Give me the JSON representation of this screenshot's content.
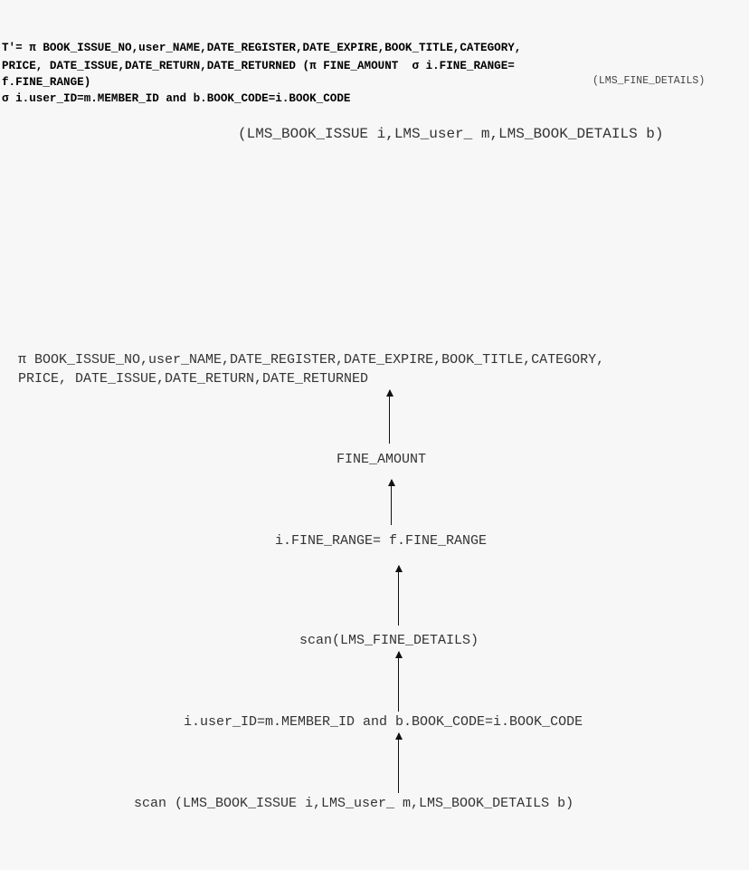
{
  "expression": {
    "line1": "T'= π BOOK_ISSUE_NO,user_NAME,DATE_REGISTER,DATE_EXPIRE,BOOK_TITLE,CATEGORY,",
    "line2": "PRICE, DATE_ISSUE,DATE_RETURN,DATE_RETURNED (π FINE_AMOUNT  σ i.FINE_RANGE=",
    "line3": "f.FINE_RANGE)",
    "line3_subscript": "(LMS_FINE_DETAILS)",
    "line4": "σ i.user_ID=m.MEMBER_ID and b.BOOK_CODE=i.BOOK_CODE",
    "line5_relations": "(LMS_BOOK_ISSUE i,LMS_user_ m,LMS_BOOK_DETAILS b)"
  },
  "tree": {
    "projection_line1": "π BOOK_ISSUE_NO,user_NAME,DATE_REGISTER,DATE_EXPIRE,BOOK_TITLE,CATEGORY,",
    "projection_line2": "PRICE, DATE_ISSUE,DATE_RETURN,DATE_RETURNED",
    "fine_amount": "FINE_AMOUNT",
    "fine_range_condition": "i.FINE_RANGE= f.FINE_RANGE",
    "scan_fine_details": "scan(LMS_FINE_DETAILS)",
    "join_condition": "i.user_ID=m.MEMBER_ID and b.BOOK_CODE=i.BOOK_CODE",
    "scan_relations": "scan (LMS_BOOK_ISSUE i,LMS_user_ m,LMS_BOOK_DETAILS b)"
  }
}
